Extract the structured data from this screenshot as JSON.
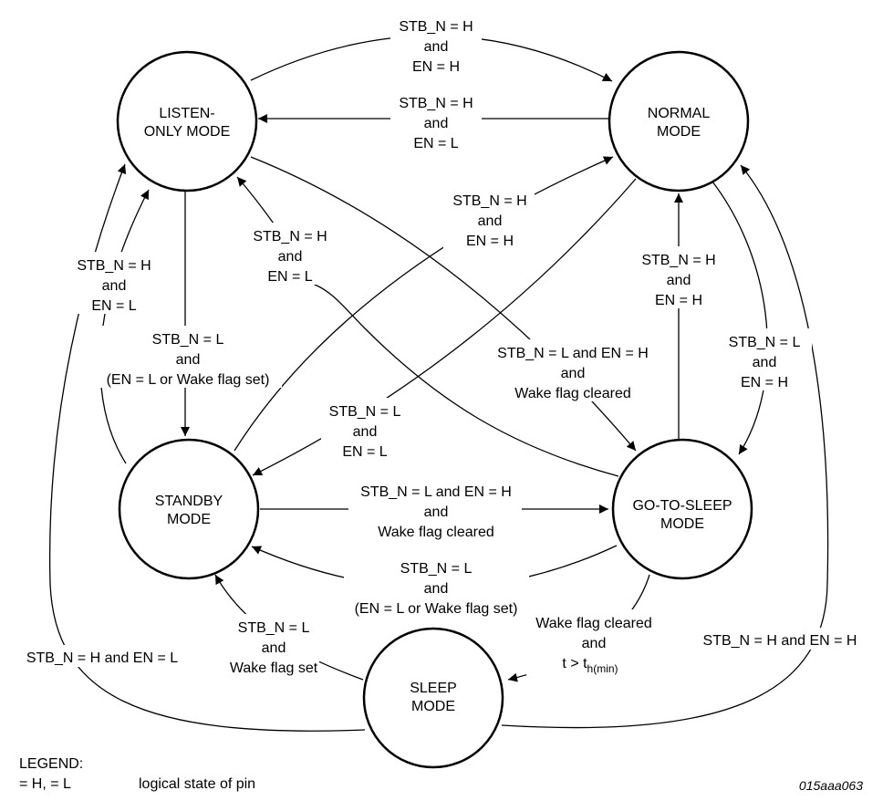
{
  "states": {
    "listen": [
      "LISTEN-",
      "ONLY MODE"
    ],
    "normal": [
      "NORMAL",
      "MODE"
    ],
    "standby": [
      "STANDBY",
      "MODE"
    ],
    "gts": [
      "GO-TO-SLEEP",
      "MODE"
    ],
    "sleep": [
      "SLEEP",
      "MODE"
    ]
  },
  "transitions": {
    "listen_to_normal": [
      "STB_N = H",
      "and",
      "EN = H"
    ],
    "normal_to_listen": [
      "STB_N = H",
      "and",
      "EN = L"
    ],
    "standby_to_normal": [
      "STB_N = H",
      "and",
      "EN = H"
    ],
    "gts_to_listen": [
      "STB_N = H",
      "and",
      "EN = L"
    ],
    "standby_to_listen": [
      "STB_N = H",
      "and",
      "EN = L"
    ],
    "listen_to_standby": [
      "STB_N = L",
      "and",
      "(EN = L or Wake flag set)"
    ],
    "listen_to_gts": [
      "STB_N = L and EN = H",
      "and",
      "Wake flag cleared"
    ],
    "gts_to_normal": [
      "STB_N = H",
      "and",
      "EN = H"
    ],
    "normal_to_gts": [
      "STB_N = L",
      "and",
      "EN = H"
    ],
    "normal_to_standby": [
      "STB_N = L",
      "and",
      "EN = L"
    ],
    "standby_to_gts": [
      "STB_N = L and EN = H",
      "and",
      "Wake flag cleared"
    ],
    "gts_to_standby": [
      "STB_N = L",
      "and",
      "(EN = L or Wake flag set)"
    ],
    "sleep_to_standby": [
      "STB_N = L",
      "and",
      "Wake flag set"
    ],
    "gts_to_sleep": [
      "Wake flag cleared",
      "and",
      "t > t"
    ],
    "gts_to_sleep_sub": "h(min)",
    "sleep_to_listen": "STB_N = H and EN = L",
    "sleep_to_normal": "STB_N = H and EN = H"
  },
  "legend": {
    "title": "LEGEND:",
    "symbols": "= H, = L",
    "description": "logical state of pin"
  },
  "figure_id": "015aaa063"
}
